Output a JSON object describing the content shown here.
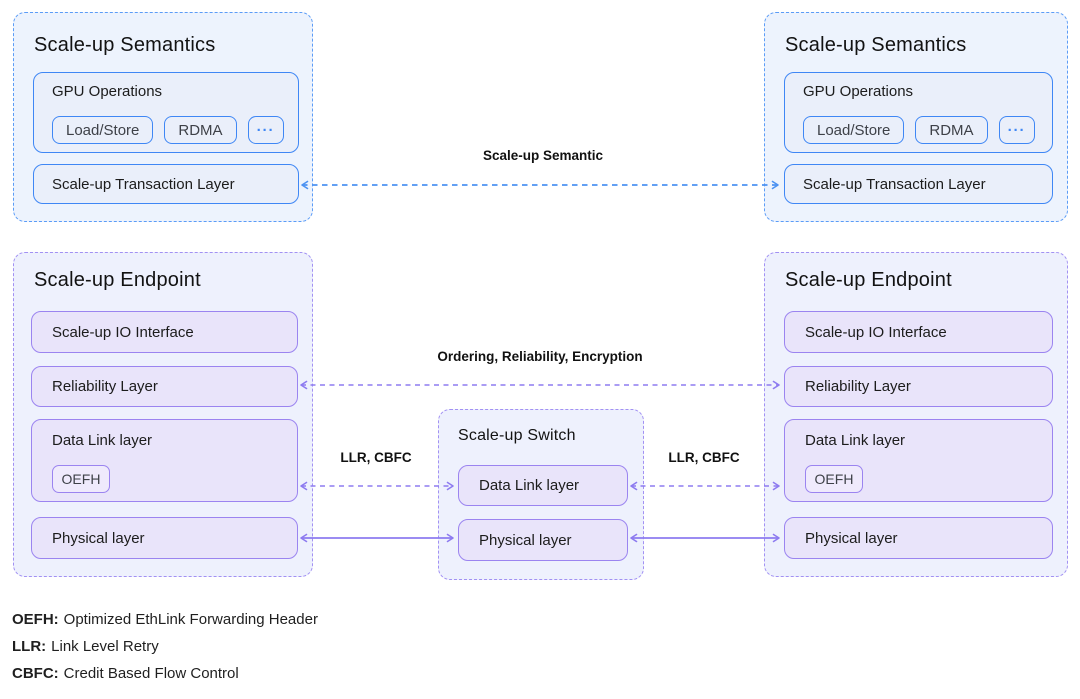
{
  "semantics_left": {
    "title": "Scale-up Semantics",
    "gpu_ops": {
      "label": "GPU Operations",
      "chips": [
        "Load/Store",
        "RDMA",
        "···"
      ]
    },
    "transaction_layer": "Scale-up Transaction Layer"
  },
  "semantics_right": {
    "title": "Scale-up Semantics",
    "gpu_ops": {
      "label": "GPU Operations",
      "chips": [
        "Load/Store",
        "RDMA",
        "···"
      ]
    },
    "transaction_layer": "Scale-up Transaction Layer"
  },
  "endpoint_left": {
    "title": "Scale-up Endpoint",
    "io_layer": "Scale-up IO Interface",
    "reliability_layer": "Reliability Layer",
    "datalink_layer": "Data Link layer",
    "oefh_chip": "OEFH",
    "physical_layer": "Physical layer"
  },
  "endpoint_right": {
    "title": "Scale-up Endpoint",
    "io_layer": "Scale-up IO Interface",
    "reliability_layer": "Reliability Layer",
    "datalink_layer": "Data Link layer",
    "oefh_chip": "OEFH",
    "physical_layer": "Physical layer"
  },
  "switch": {
    "title": "Scale-up Switch",
    "datalink_layer": "Data Link layer",
    "physical_layer": "Physical layer"
  },
  "arrow_labels": {
    "semantic": "Scale-up Semantic",
    "ordering": "Ordering, Reliability, Encryption",
    "llr_left": "LLR, CBFC",
    "llr_right": "LLR, CBFC"
  },
  "legend": [
    {
      "abbr": "OEFH:",
      "text": "Optimized EthLink Forwarding Header"
    },
    {
      "abbr": "LLR:",
      "text": "Link Level Retry"
    },
    {
      "abbr": "CBFC:",
      "text": "Credit Based Flow Control"
    }
  ],
  "colors": {
    "blue_dashed_border": "#5b9cf7",
    "blue_solid_border": "#3f87f5",
    "blue_panel_bg": "#edf3fd",
    "blue_box_bg": "#eaeffa",
    "purple_dashed_border": "#a291f3",
    "purple_solid_border": "#9b84f0",
    "purple_panel_bg": "#eef1fd",
    "purple_box_bg": "#e9e4fa",
    "arrow_blue": "#4c92f2",
    "arrow_purple": "#8d7bf0",
    "text": "#161616"
  }
}
